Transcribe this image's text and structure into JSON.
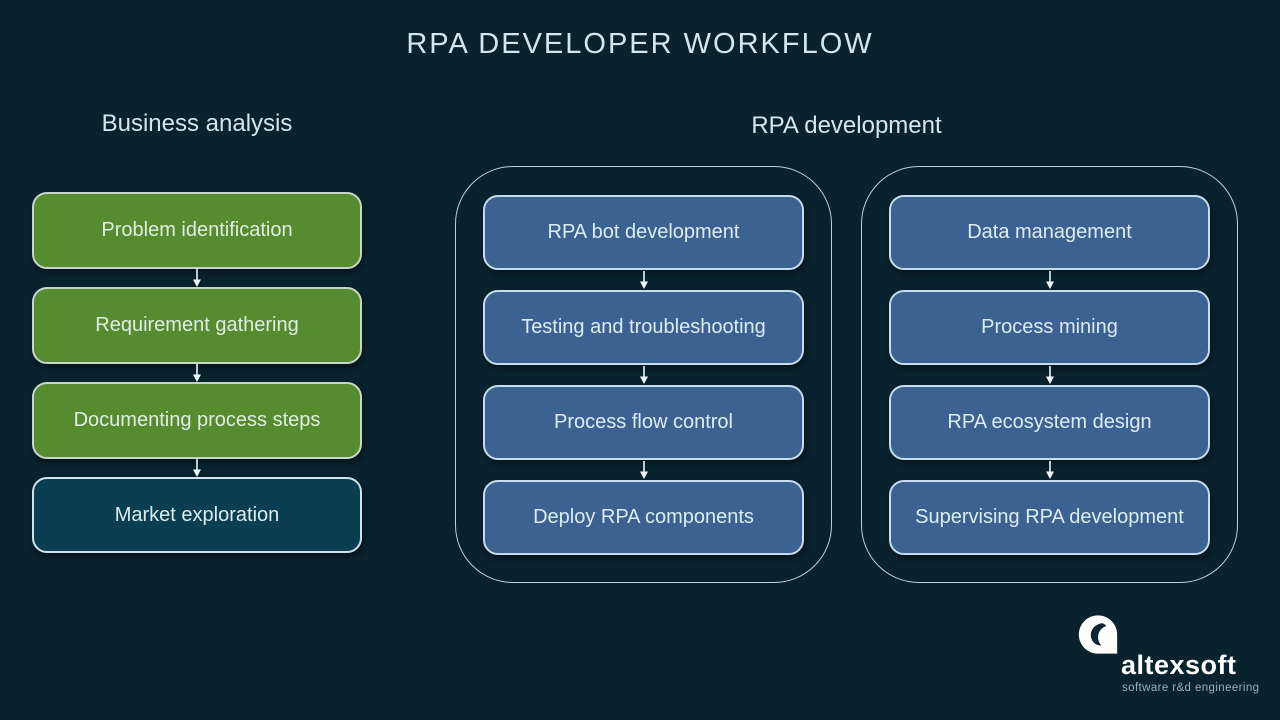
{
  "title": "RPA DEVELOPER WORKFLOW",
  "sections": {
    "business": {
      "header": "Business analysis",
      "steps": [
        {
          "label": "Problem identification",
          "variant": "green"
        },
        {
          "label": "Requirement gathering",
          "variant": "green"
        },
        {
          "label": "Documenting process steps",
          "variant": "green"
        },
        {
          "label": "Market exploration",
          "variant": "teal"
        }
      ]
    },
    "rpa": {
      "header": "RPA development",
      "groups": [
        {
          "steps": [
            {
              "label": "RPA bot development"
            },
            {
              "label": "Testing and troubleshooting"
            },
            {
              "label": "Process flow control"
            },
            {
              "label": "Deploy RPA components"
            }
          ]
        },
        {
          "steps": [
            {
              "label": "Data management"
            },
            {
              "label": "Process mining"
            },
            {
              "label": "RPA ecosystem design"
            },
            {
              "label": "Supervising RPA development"
            }
          ]
        }
      ]
    }
  },
  "branding": {
    "name": "altexsoft",
    "tagline": "software r&d engineering"
  },
  "colors": {
    "background": "#08222e",
    "green_step": "#578b2f",
    "teal_step": "#0c3e51",
    "blue_step": "#3c6292",
    "frame_border": "#b9d2dd",
    "step_text": "#dcedf2",
    "header_text": "#d3e6ee",
    "arrow": "#eef6fa",
    "brand_white": "#ffffff",
    "tagline_text": "#93b2c1"
  }
}
